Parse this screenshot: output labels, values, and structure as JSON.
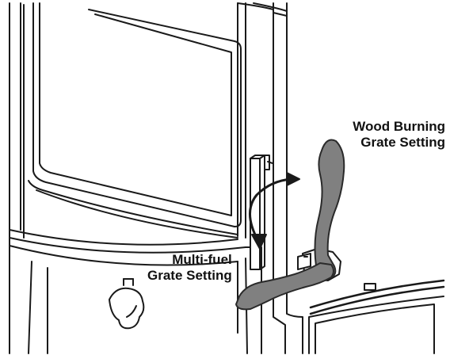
{
  "labels": {
    "wood_burning": [
      "Wood Burning",
      "Grate Setting"
    ],
    "multi_fuel": [
      "Multi-fuel",
      "Grate Setting"
    ]
  },
  "colors": {
    "line": "#1a1a1a",
    "handle_fill": "#808080",
    "handle_stroke": "#2a2a2a",
    "background": "#ffffff"
  },
  "icons": {
    "rotation_arrow": "curved-double-arrow-icon"
  }
}
